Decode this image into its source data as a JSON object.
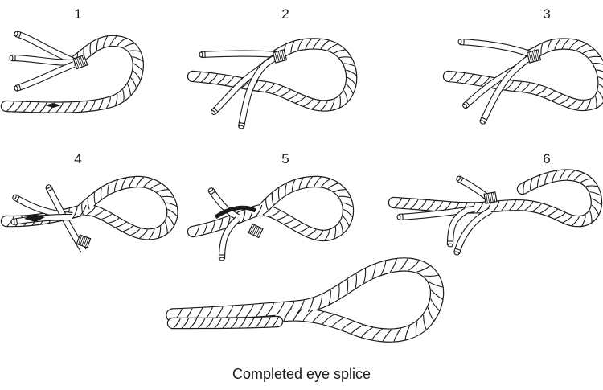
{
  "steps": [
    {
      "label": "1"
    },
    {
      "label": "2"
    },
    {
      "label": "3"
    },
    {
      "label": "4"
    },
    {
      "label": "5"
    },
    {
      "label": "6"
    }
  ],
  "caption": "Completed eye splice",
  "colors": {
    "ink": "#1a1a1a",
    "paper": "#ffffff"
  }
}
